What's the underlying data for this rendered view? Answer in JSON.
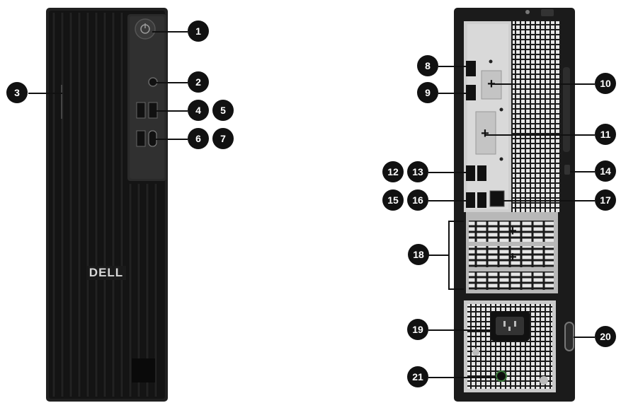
{
  "front_view": {
    "brand_logo_text": "DELL",
    "callouts": [
      "1",
      "2",
      "3",
      "4",
      "5",
      "6",
      "7"
    ]
  },
  "rear_view": {
    "callouts": [
      "8",
      "9",
      "10",
      "11",
      "12",
      "13",
      "14",
      "15",
      "16",
      "17",
      "18",
      "19",
      "20",
      "21"
    ]
  },
  "colors": {
    "chassis": "#1b1b1b",
    "callout_fill": "#111111",
    "callout_text": "#ffffff",
    "io_shield": "#cfcfcf"
  }
}
